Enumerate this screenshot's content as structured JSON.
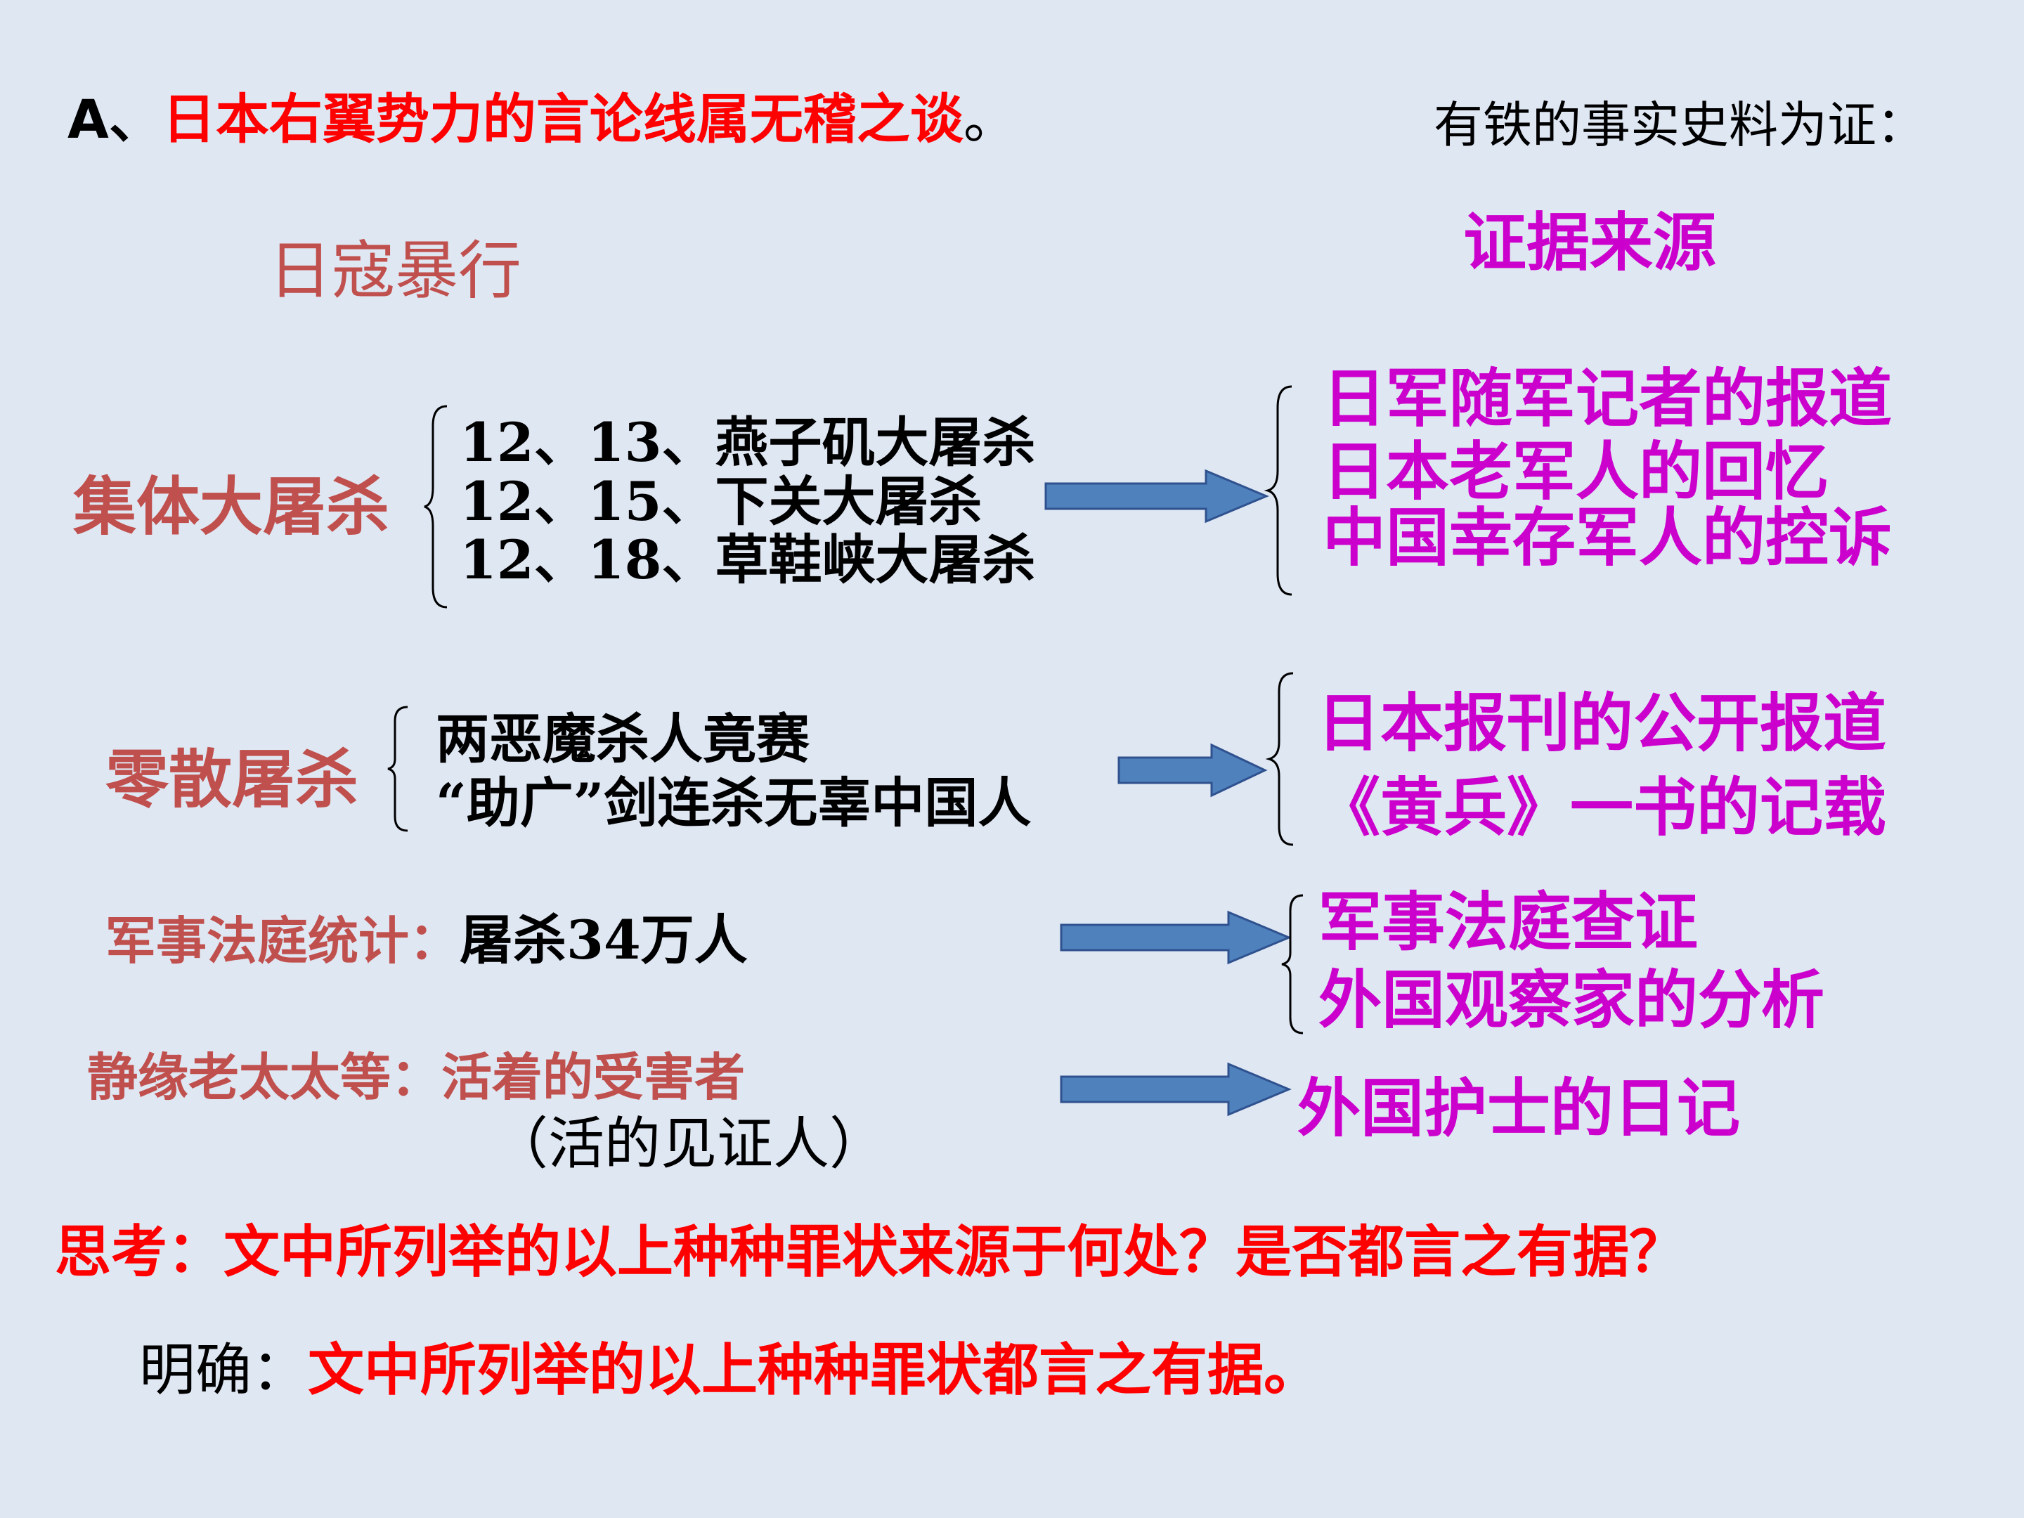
{
  "header": {
    "prefix": "A、",
    "claim": "日本右翼势力的言论线属无稽之谈",
    "period": "。",
    "evidence_intro": "有铁的事实史料为证："
  },
  "headings": {
    "atrocities": "日寇暴行",
    "sources": "证据来源"
  },
  "groups": {
    "mass": {
      "label": "集体大屠杀",
      "items": [
        "12、13、燕子矶大屠杀",
        "12、15、下关大屠杀",
        "12、18、草鞋峡大屠杀"
      ],
      "sources": [
        "日军随军记者的报道",
        "日本老军人的回忆",
        "中国幸存军人的控诉"
      ]
    },
    "scattered": {
      "label": "零散屠杀",
      "items": [
        "两恶魔杀人竟赛",
        "“助广”剑连杀无辜中国人"
      ],
      "sources": [
        "日本报刊的公开报道",
        "《黄兵》一书的记载"
      ]
    },
    "tribunal": {
      "label": "军事法庭统计：",
      "value": "屠杀34万人",
      "sources": [
        "军事法庭查证",
        "外国观察家的分析"
      ]
    },
    "witness": {
      "label": "静缘老太太等：活着的受害者",
      "note": "（活的见证人）",
      "sources": [
        "外国护士的日记"
      ]
    }
  },
  "question": "思考：文中所列举的以上种种罪状来源于何处？是否都言之有据？",
  "answer": {
    "label": "明确：",
    "text": "文中所列举的以上种种罪状都言之有据。"
  },
  "colors": {
    "background": "#dfe7f3",
    "red": "#ff0000",
    "brown": "#c0504d",
    "magenta": "#cc00cc",
    "arrow_fill": "#4f81bd",
    "arrow_stroke": "#2f528f"
  }
}
